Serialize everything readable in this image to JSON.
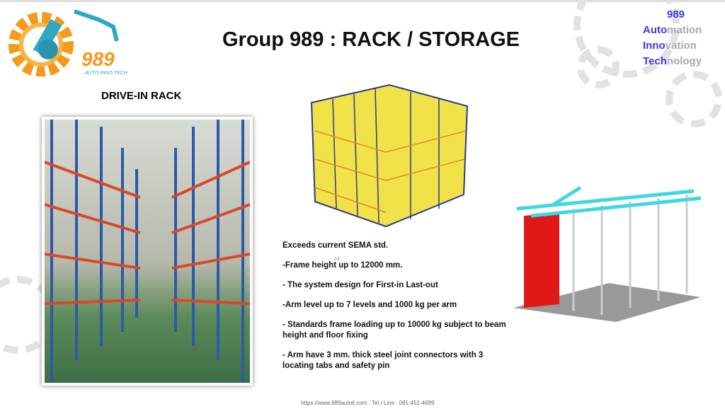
{
  "header": {
    "title": "Group 989 : RACK / STORAGE"
  },
  "logo": {
    "text": "989",
    "tagline": "AUTO INNO TECH"
  },
  "brand": {
    "line1": "989",
    "line2a": "Auto",
    "line2b": "mation",
    "line3a": "Inno",
    "line3b": "vation",
    "line4a": "Tech",
    "line4b": "nology"
  },
  "subtitle": "DRIVE-IN RACK",
  "page_number": "44",
  "features": [
    "Exceeds current SEMA std.",
    "-Frame height up to 12000 mm.",
    "- The system design for First-in Last-out",
    "-Arm level up to 7 levels and 1000 kg per arm",
    "- Standards frame loading up to 10000 kg subject to beam height and floor fixing",
    "- Arm  have 3 mm. thick steel joint connectors with 3 locating tabs and safety pin"
  ],
  "footer": "https://www.989autoit.com , Tel / Line : 091-451-4699",
  "colors": {
    "accent": "#3a3ae0",
    "orange": "#f59a1c",
    "teal": "#2ea8c4"
  }
}
